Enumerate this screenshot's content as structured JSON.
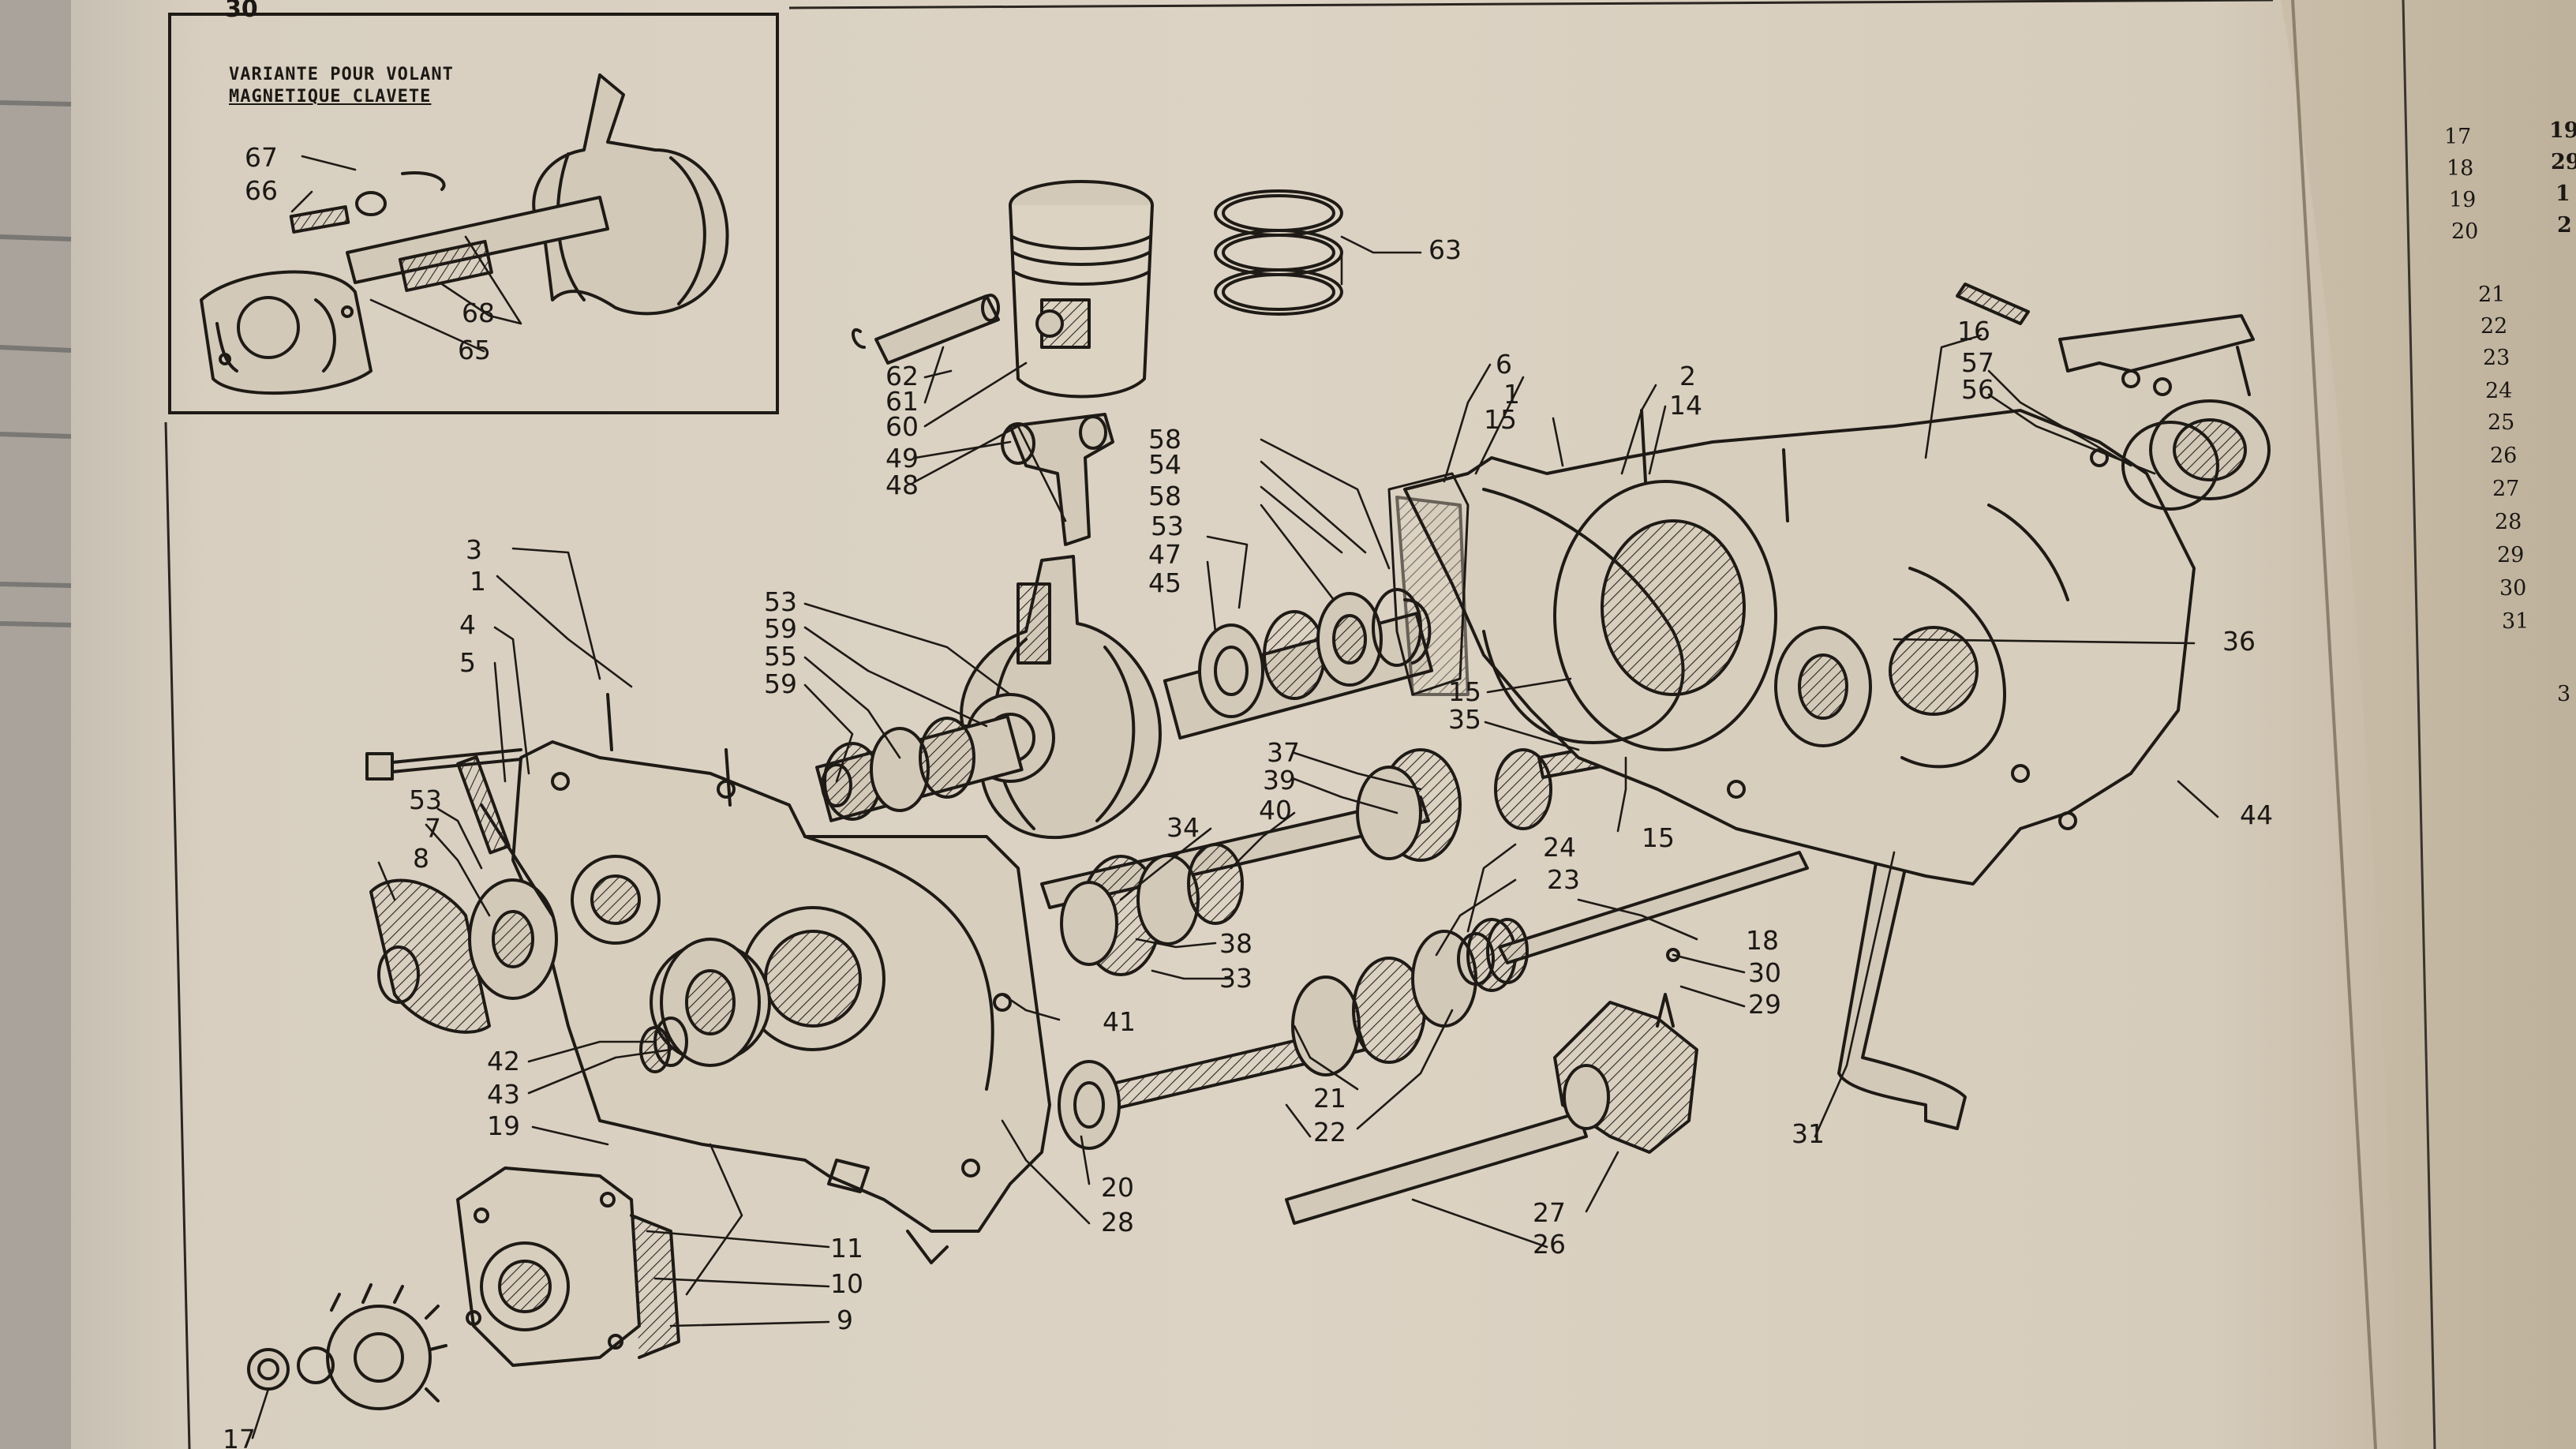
{
  "page": {
    "number": "30"
  },
  "inset": {
    "caption_line1": "VARIANTE POUR VOLANT",
    "caption_line2": "MAGNETIQUE CLAVETE"
  },
  "labels": {
    "l67": "67",
    "l66": "66",
    "l68": "68",
    "l65": "65",
    "l63": "63",
    "l62": "62",
    "l61": "61",
    "l60": "60",
    "l49": "49",
    "l48": "48",
    "l58a": "58",
    "l54": "54",
    "l58b": "58",
    "l53a": "53",
    "l47": "47",
    "l45": "45",
    "l6": "6",
    "l1a": "1",
    "l15a": "15",
    "l2": "2",
    "l14": "14",
    "l16": "16",
    "l57": "57",
    "l56": "56",
    "l3": "3",
    "l1b": "1",
    "l4": "4",
    "l5": "5",
    "l53b": "53",
    "l59a": "59",
    "l55": "55",
    "l59b": "59",
    "l36": "36",
    "l15b": "15",
    "l35": "35",
    "l37": "37",
    "l39": "39",
    "l40": "40",
    "l34": "34",
    "l15c": "15",
    "l44": "44",
    "l53c": "53",
    "l7": "7",
    "l8": "8",
    "l24": "24",
    "l23": "23",
    "l18": "18",
    "l38": "38",
    "l30": "30",
    "l33": "33",
    "l29": "29",
    "l41": "41",
    "l42": "42",
    "l43": "43",
    "l21": "21",
    "l22": "22",
    "l19": "19",
    "l31": "31",
    "l20": "20",
    "l28": "28",
    "l27": "27",
    "l26": "26",
    "l11": "11",
    "l10": "10",
    "l9": "9",
    "l17": "17"
  },
  "side_column": {
    "rows": [
      {
        "n": "17",
        "v": "19"
      },
      {
        "n": "18",
        "v": "29"
      },
      {
        "n": "19",
        "v": "1"
      },
      {
        "n": "20",
        "v": "2"
      },
      {
        "n": "21"
      },
      {
        "n": "22"
      },
      {
        "n": "23"
      },
      {
        "n": "24"
      },
      {
        "n": "25"
      },
      {
        "n": "26"
      },
      {
        "n": "27"
      },
      {
        "n": "28"
      },
      {
        "n": "29"
      },
      {
        "n": "30"
      },
      {
        "n": "31"
      },
      {
        "n": "3"
      }
    ]
  }
}
